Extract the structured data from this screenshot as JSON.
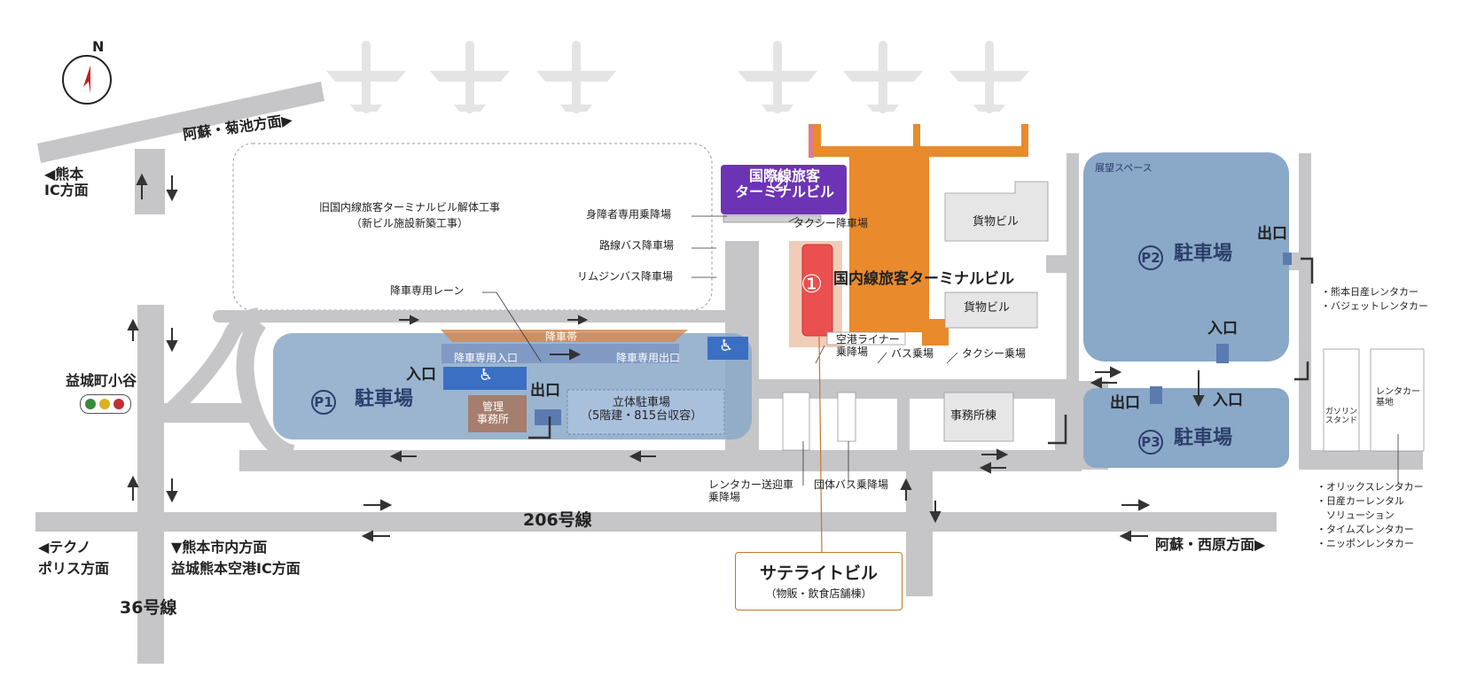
{
  "map": {
    "compass_north": "N",
    "roads": {
      "route_206": "206号線",
      "route_36": "36号線",
      "dir_kumamoto_ic": "◀熊本\nIC方面",
      "dir_aso_kikuchi": "阿蘇・菊池方面▶",
      "dir_techno": "◀テクノ\nポリス方面",
      "dir_kumamoto_city": "▼熊本市内方面\n益城熊本空港IC方面",
      "dir_aso_nishihara": "阿蘇・西原方面▶",
      "mashiki_kotani": "益城町小谷"
    },
    "buildings": {
      "old_terminal": "旧国内線旅客ターミナルビル解体工事\n（新ビル施設新築工事）",
      "intl_terminal": "国際線旅客\nターミナルビル",
      "intl_number": "②",
      "dom_terminal": "国内線旅客ターミナルビル",
      "dom_number": "①",
      "cargo1": "貨物ビル",
      "cargo2": "貨物ビル",
      "office": "事務所棟",
      "satellite_title": "サテライトビル",
      "satellite_sub": "（物販・飲食店舗棟）",
      "observation": "展望スペース",
      "gas_station": "ガソリン\nスタンド",
      "rental_base": "レンタカー\n基地"
    },
    "stops": {
      "disabled_dropoff": "身障者専用乗降場",
      "taxi_dropoff": "タクシー降車場",
      "route_bus_dropoff": "路線バス降車場",
      "limousine_dropoff": "リムジンバス降車場",
      "dropoff_lane": "降車専用レーン",
      "airport_liner": "空港ライナー\n乗降場",
      "bus_stop": "バス乗場",
      "taxi_stop": "タクシー乗場",
      "rental_shuttle": "レンタカー送迎車\n乗降場",
      "group_bus": "団体バス乗降場"
    },
    "parking": {
      "p1_badge": "P1",
      "p1_label": "駐車場",
      "p1_entrance": "入口",
      "p1_exit": "出口",
      "dropoff_zone": "降車帯",
      "dropoff_entrance": "降車専用入口",
      "dropoff_exit": "降車専用出口",
      "mgmt_office": "管理\n事務所",
      "multistory": "立体駐車場\n（5階建・815台収容）",
      "p2_badge": "P2",
      "p2_label": "駐車場",
      "p2_exit": "出口",
      "p2_entrance": "入口",
      "p3_badge": "P3",
      "p3_label": "駐車場",
      "p3_exit": "出口",
      "p3_entrance": "入口"
    },
    "rentals": {
      "group1": "・熊本日産レンタカー\n・バジェットレンタカー",
      "group2": "・オリックスレンタカー\n・日産カーレンタル\n　ソリューション\n・タイムズレンタカー\n・ニッポンレンタカー"
    },
    "colors": {
      "road": "#c6c6c8",
      "parking": "#8aa8c8",
      "terminal_dom": "#e98a2c",
      "terminal_intl": "#6c34b5",
      "red_block": "#ec4f4f",
      "disabled_blue": "#3b6fc4",
      "plane": "#e4e4e4"
    }
  }
}
